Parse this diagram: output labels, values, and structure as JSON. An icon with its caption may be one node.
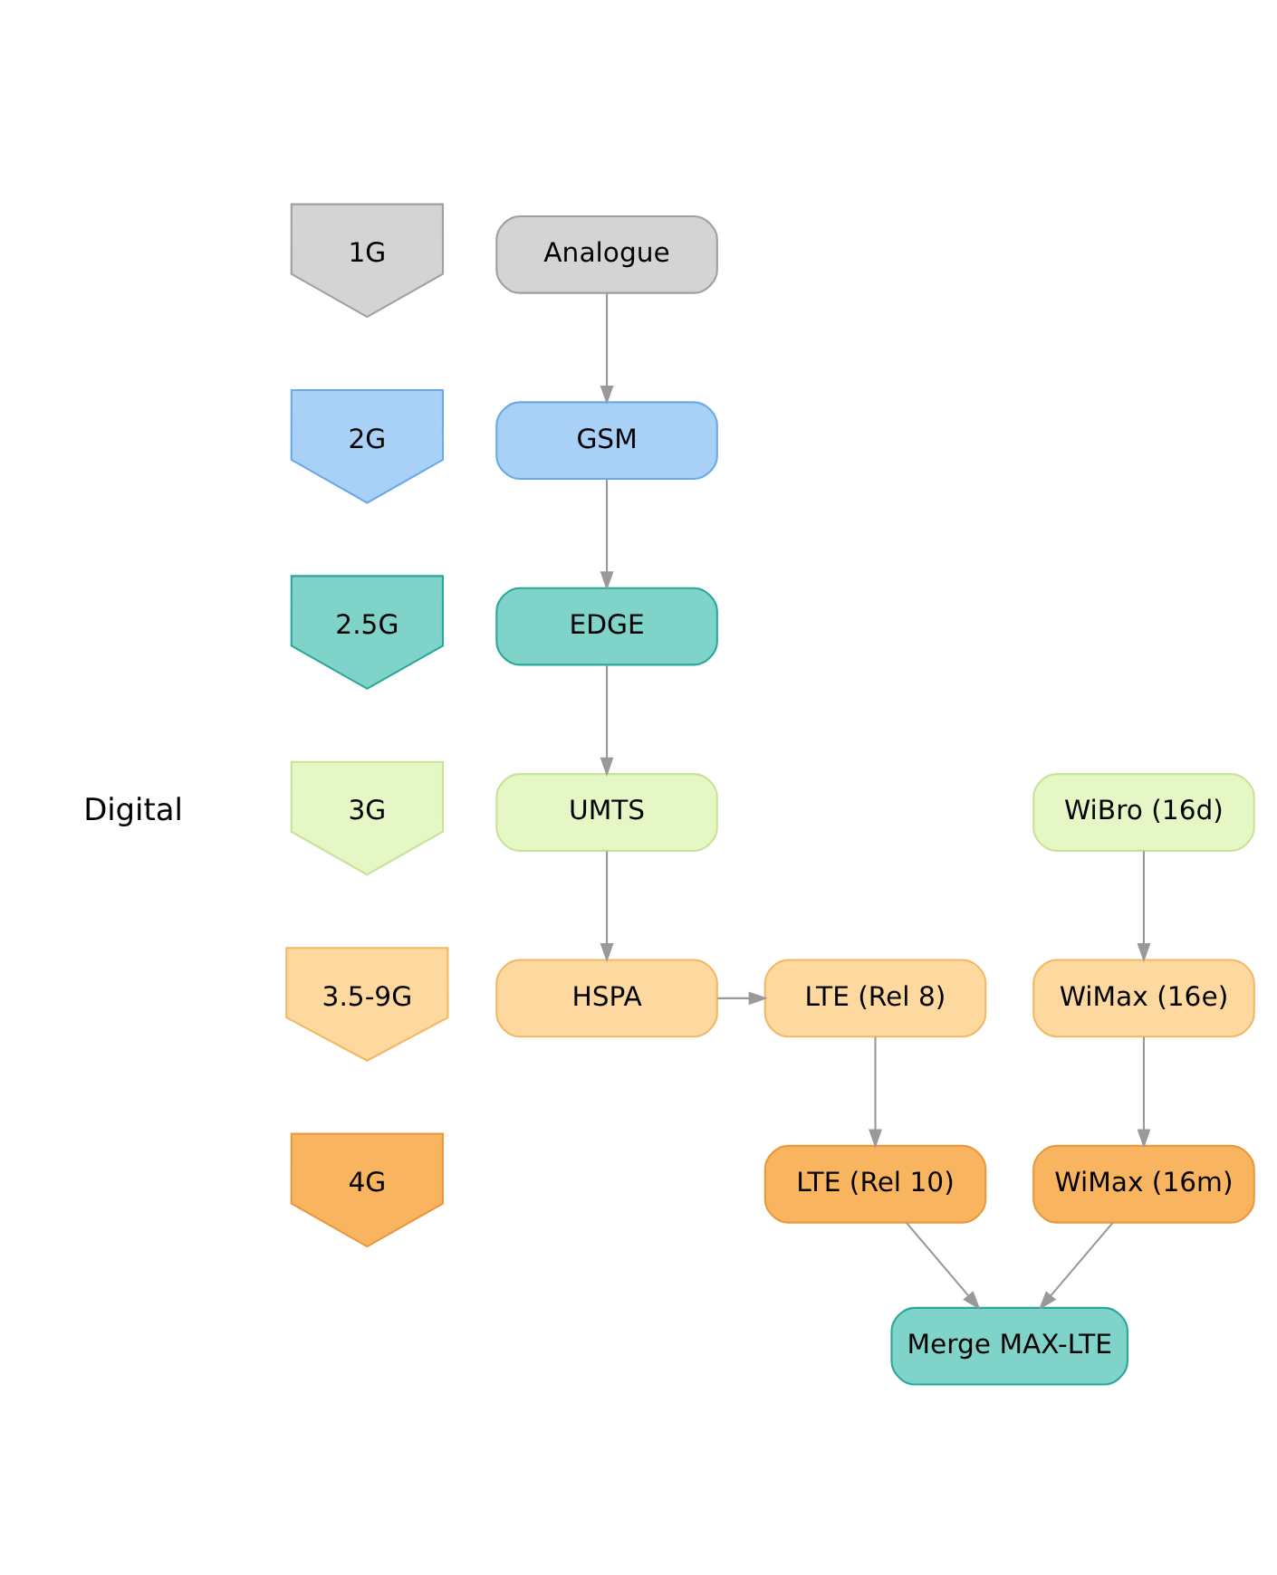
{
  "diagram": {
    "nodes": [
      {
        "text": [
          "1G"
        ]
      },
      {
        "text": [
          "2G"
        ]
      },
      {
        "text": [
          "2.5G"
        ]
      },
      {
        "text": [
          "3G"
        ]
      },
      {
        "text": [
          "3.5-9G"
        ]
      },
      {
        "text": [
          "4G"
        ]
      },
      {
        "text": [
          "Analogue"
        ]
      },
      {
        "text": [
          "GSM"
        ]
      },
      {
        "text": [
          "EDGE"
        ]
      },
      {
        "text": [
          "UMTS"
        ]
      },
      {
        "text": [
          "WiBro (16d)"
        ]
      },
      {
        "text": [
          "HSPA"
        ]
      },
      {
        "text": [
          "LTE (Rel 8)"
        ]
      },
      {
        "text": [
          "WiMax (16e)"
        ]
      },
      {
        "text": [
          "LTE (Rel 10)"
        ]
      },
      {
        "text": [
          "WiMax (16m)"
        ]
      },
      {
        "text": [
          "Merge MAX-LTE"
        ]
      }
    ],
    "edges": [
      {
        "from": 6,
        "to": 7,
        "arrow": "to"
      },
      {
        "from": 7,
        "to": 8,
        "arrow": "to"
      },
      {
        "from": 8,
        "to": 9,
        "arrow": "to"
      },
      {
        "from": 9,
        "to": 11,
        "arrow": "to"
      },
      {
        "from": 10,
        "to": 13,
        "arrow": "to"
      },
      {
        "from": 11,
        "to": 12,
        "arrow": "to"
      },
      {
        "from": 12,
        "to": 14,
        "arrow": "to"
      },
      {
        "from": 13,
        "to": 15,
        "arrow": "to"
      },
      {
        "from": 14,
        "to": 16,
        "arrow": "to"
      },
      {
        "from": 15,
        "to": 16,
        "arrow": "to"
      }
    ],
    "labels": [
      "Digital"
    ]
  }
}
